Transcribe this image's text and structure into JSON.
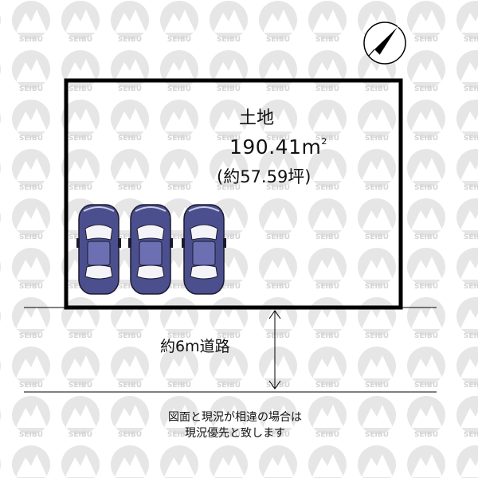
{
  "watermark": {
    "logo_text": "SEIBU",
    "color": "#d8d8d8"
  },
  "land": {
    "label": "土地",
    "area": "190.41",
    "area_unit": "m",
    "area_unit_sup": "2",
    "tsubo": "(約57.59坪)"
  },
  "road": {
    "label": "約6m道路"
  },
  "note": {
    "line1": "図面と現況が相違の場合は",
    "line2": "現況優先と致します"
  },
  "parking": {
    "car_count": 3,
    "car_color": "#4b4f8e",
    "car_roof_color": "#6c70b3"
  },
  "icons": {
    "compass": "north-compass-icon"
  }
}
